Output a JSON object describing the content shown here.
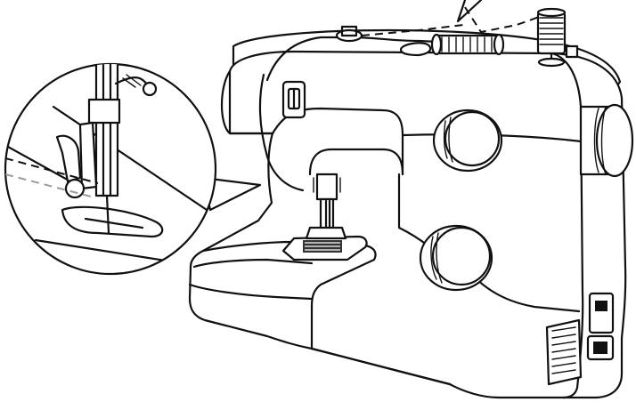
{
  "figure": {
    "colors": {
      "line": "#111111",
      "background": "#ffffff",
      "secondary_stitch": "#9a9a9a"
    },
    "parts": [
      "sewing-machine-body",
      "stitch-width-dial",
      "stitch-length-dial",
      "handwheel",
      "spool-pin",
      "thread-spool",
      "needle",
      "presser-foot",
      "needle-plate",
      "free-arm",
      "ventilation-grille",
      "power-socket",
      "magnified-inset"
    ]
  }
}
